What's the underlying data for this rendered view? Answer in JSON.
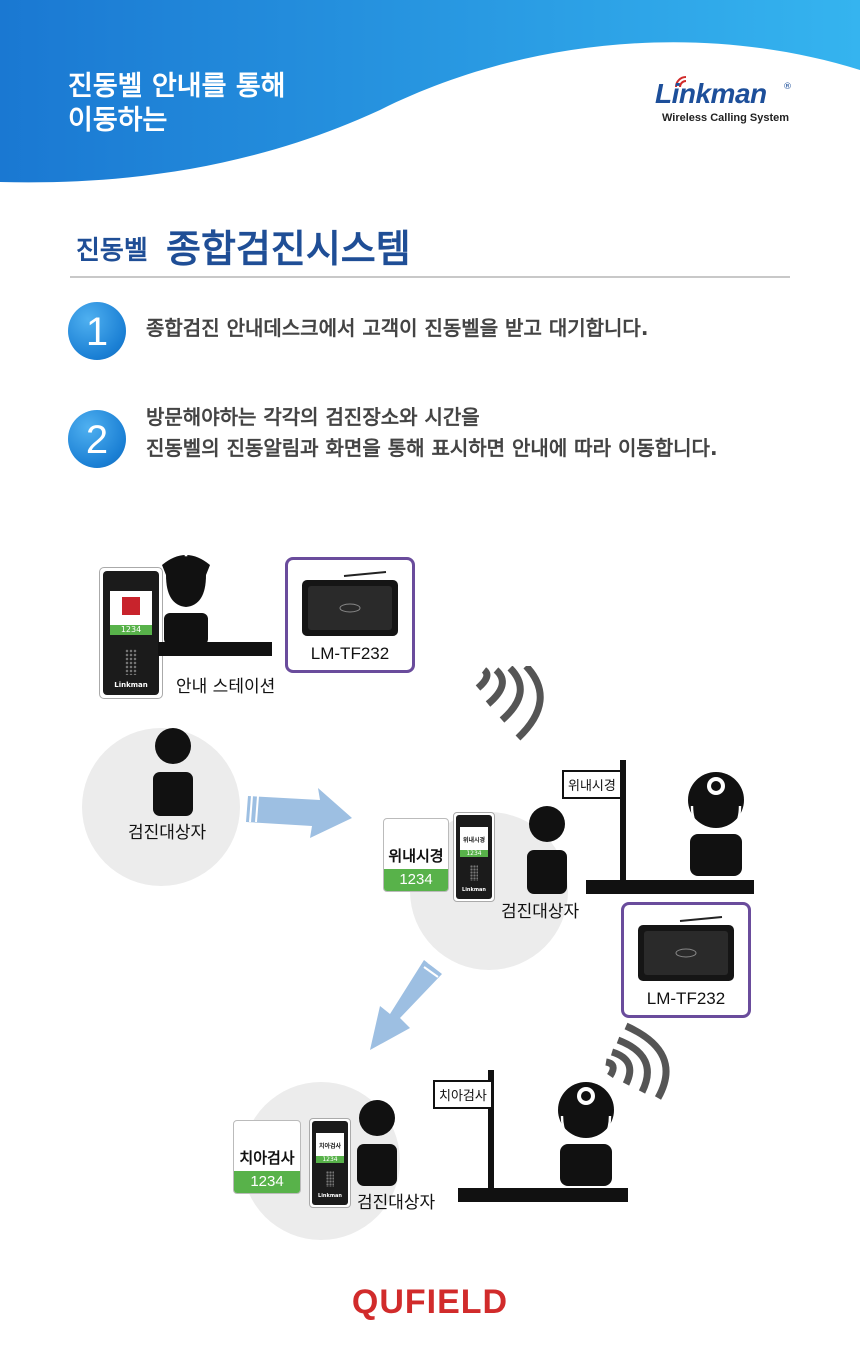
{
  "header": {
    "title_line1": "진동벨 안내를 통해",
    "title_line2": "이동하는",
    "brand": "Linkman",
    "brand_reg": "®",
    "tagline": "Wireless Calling System",
    "gradient_start": "#1a78d2",
    "gradient_end": "#35b4ef"
  },
  "section": {
    "title_small": "진동벨",
    "title_big": "종합검진시스템"
  },
  "steps": [
    {
      "number": "1",
      "lines": [
        "종합검진 안내데스크에서 고객이 진동벨을 받고 대기합니다."
      ]
    },
    {
      "number": "2",
      "lines": [
        "방문해야하는 각각의 검진장소와 시간을",
        "진동벨의 진동알림과 화면을 통해 표시하면 안내에 따라 이동합니다."
      ]
    }
  ],
  "diagram": {
    "station_label": "안내 스테이션",
    "device_model_1": "LM-TF232",
    "device_model_2": "LM-TF232",
    "patient_label_1": "검진대상자",
    "patient_label_2": "검진대상자",
    "patient_label_3": "검진대상자",
    "sign_1": "위내시경",
    "sign_2": "치아검사",
    "card_1": {
      "name": "위내시경",
      "number": "1234"
    },
    "card_2": {
      "name": "치아검사",
      "number": "1234"
    },
    "pager_number": "1234",
    "pager_brand": "Linkman",
    "pager_small_1": "위내시경",
    "pager_small_2": "치아검사"
  },
  "footer": {
    "brand": "QUFIELD"
  },
  "colors": {
    "accent": "#1f4e96",
    "device_border": "#6a4c9c",
    "card_green": "#58b24a",
    "footer_red": "#d12b2b",
    "arrow_blue": "#9dbfe2"
  }
}
